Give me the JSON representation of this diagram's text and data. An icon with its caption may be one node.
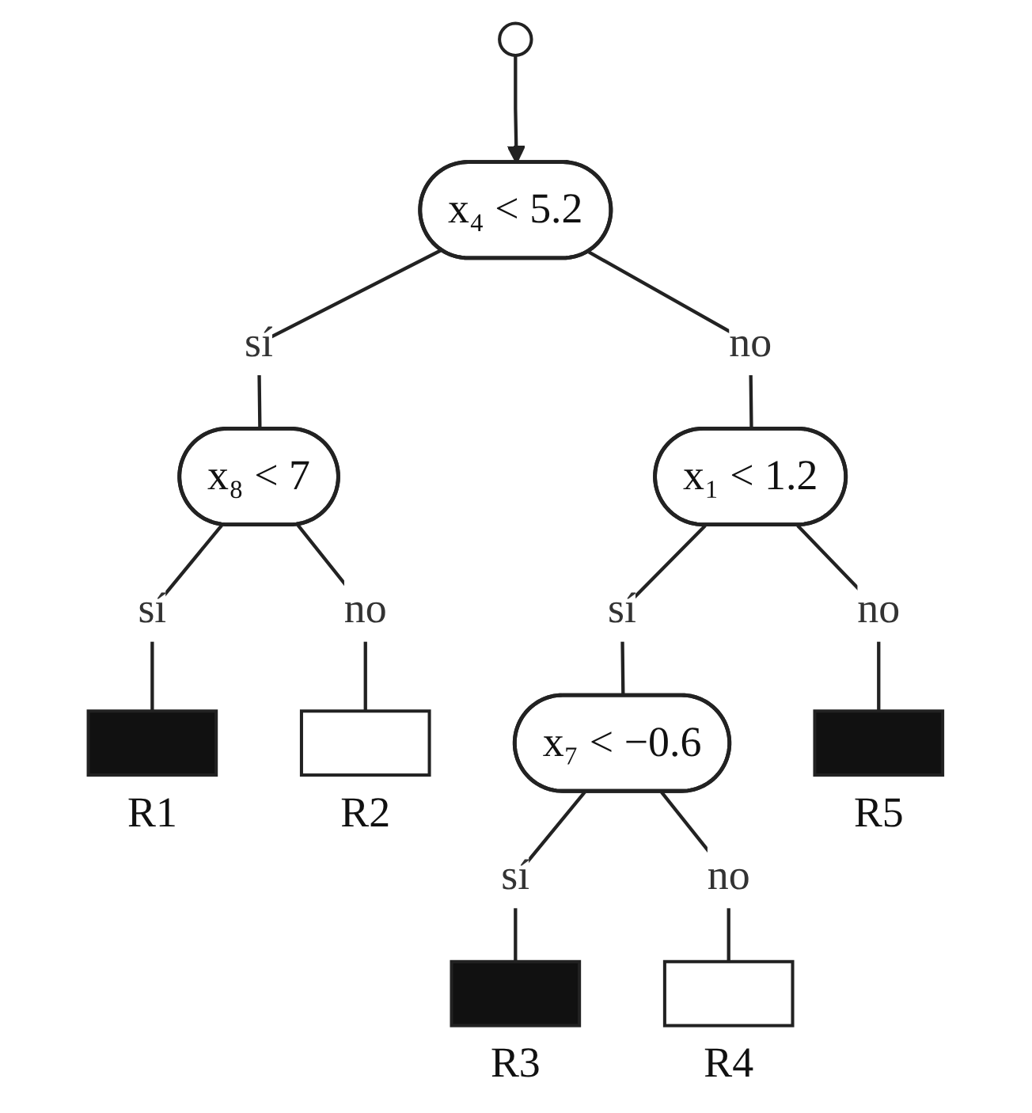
{
  "diagram": {
    "nodes": [
      {
        "text": [],
        "shape": "circle"
      },
      {
        "text": [
          "x₄ < 5.2"
        ]
      },
      {
        "text": [
          "x₈ < 7"
        ]
      },
      {
        "text": [
          "x₁ < 1.2"
        ]
      },
      {
        "text": [],
        "shape": "box",
        "beside": [
          "R1"
        ]
      },
      {
        "text": [],
        "shape": "box",
        "beside": [
          "R2"
        ]
      },
      {
        "text": [
          "x₇ < −0.6"
        ]
      },
      {
        "text": [],
        "shape": "box",
        "beside": [
          "R5"
        ]
      },
      {
        "text": [],
        "shape": "box",
        "beside": [
          "R3"
        ]
      },
      {
        "text": [],
        "shape": "box",
        "beside": [
          "R4"
        ]
      }
    ],
    "edges": [
      {
        "from": 0,
        "to": 1,
        "arrow": "to"
      },
      {
        "from": 1,
        "to": 2,
        "arrow": "none",
        "label": "sí"
      },
      {
        "from": 1,
        "to": 3,
        "arrow": "none",
        "label": "no"
      },
      {
        "from": 2,
        "to": 4,
        "arrow": "none",
        "label": "sí"
      },
      {
        "from": 2,
        "to": 5,
        "arrow": "none",
        "label": "no"
      },
      {
        "from": 3,
        "to": 6,
        "arrow": "none",
        "label": "sí"
      },
      {
        "from": 3,
        "to": 7,
        "arrow": "none",
        "label": "no"
      },
      {
        "from": 6,
        "to": 8,
        "arrow": "none",
        "label": "sí"
      },
      {
        "from": 6,
        "to": 9,
        "arrow": "none",
        "label": "no"
      }
    ]
  }
}
